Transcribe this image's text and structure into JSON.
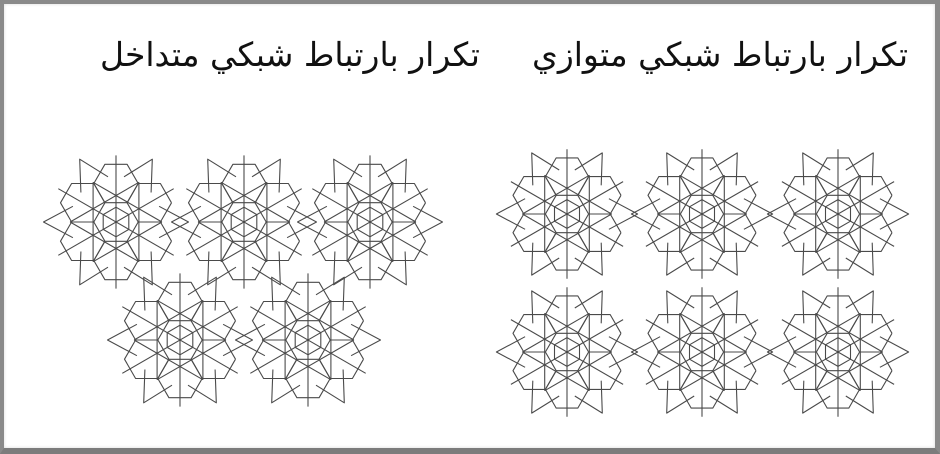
{
  "figures": [
    {
      "id": "overlapping",
      "title": "تكرار بارتباط شبكي متداخل"
    },
    {
      "id": "parallel",
      "title": "تكرار بارتباط شبكي متوازي"
    }
  ],
  "colors": {
    "line": "#4a4a4a",
    "frame": "#8a8a8a",
    "background": "#ffffff"
  }
}
